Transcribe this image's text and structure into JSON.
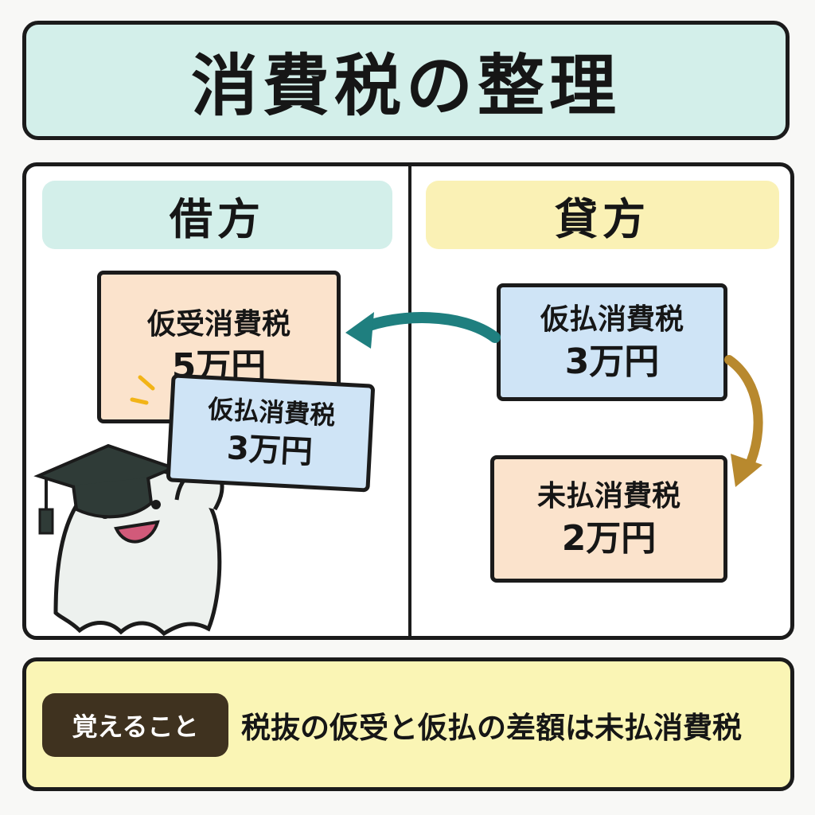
{
  "title": "消費税の整理",
  "debit": {
    "header": "借方",
    "card_receive": {
      "name": "仮受消費税",
      "amount": "5万円"
    },
    "card_pay": {
      "name": "仮払消費税",
      "amount": "3万円"
    }
  },
  "credit": {
    "header": "貸方",
    "card_pay": {
      "name": "仮払消費税",
      "amount": "3万円"
    },
    "card_unpaid": {
      "name": "未払消費税",
      "amount": "2万円"
    }
  },
  "footer": {
    "badge": "覚えること",
    "text": "税抜の仮受と仮払の差額は未払消費税"
  },
  "colors": {
    "title_bg": "#d3efea",
    "debit_header_bg": "#d3efea",
    "credit_header_bg": "#faf1b5",
    "peach_card": "#fbe3cc",
    "blue_card": "#cfe4f6",
    "teal_arrow": "#1f7f7f",
    "gold_arrow": "#b8892e",
    "footer_bg": "#faf5b5",
    "badge_bg": "#3f321f"
  },
  "icons": [
    "ghost-mascot-icon",
    "graduation-cap-icon",
    "sparkle-icon",
    "arrow-left-icon",
    "arrow-down-curve-icon"
  ]
}
